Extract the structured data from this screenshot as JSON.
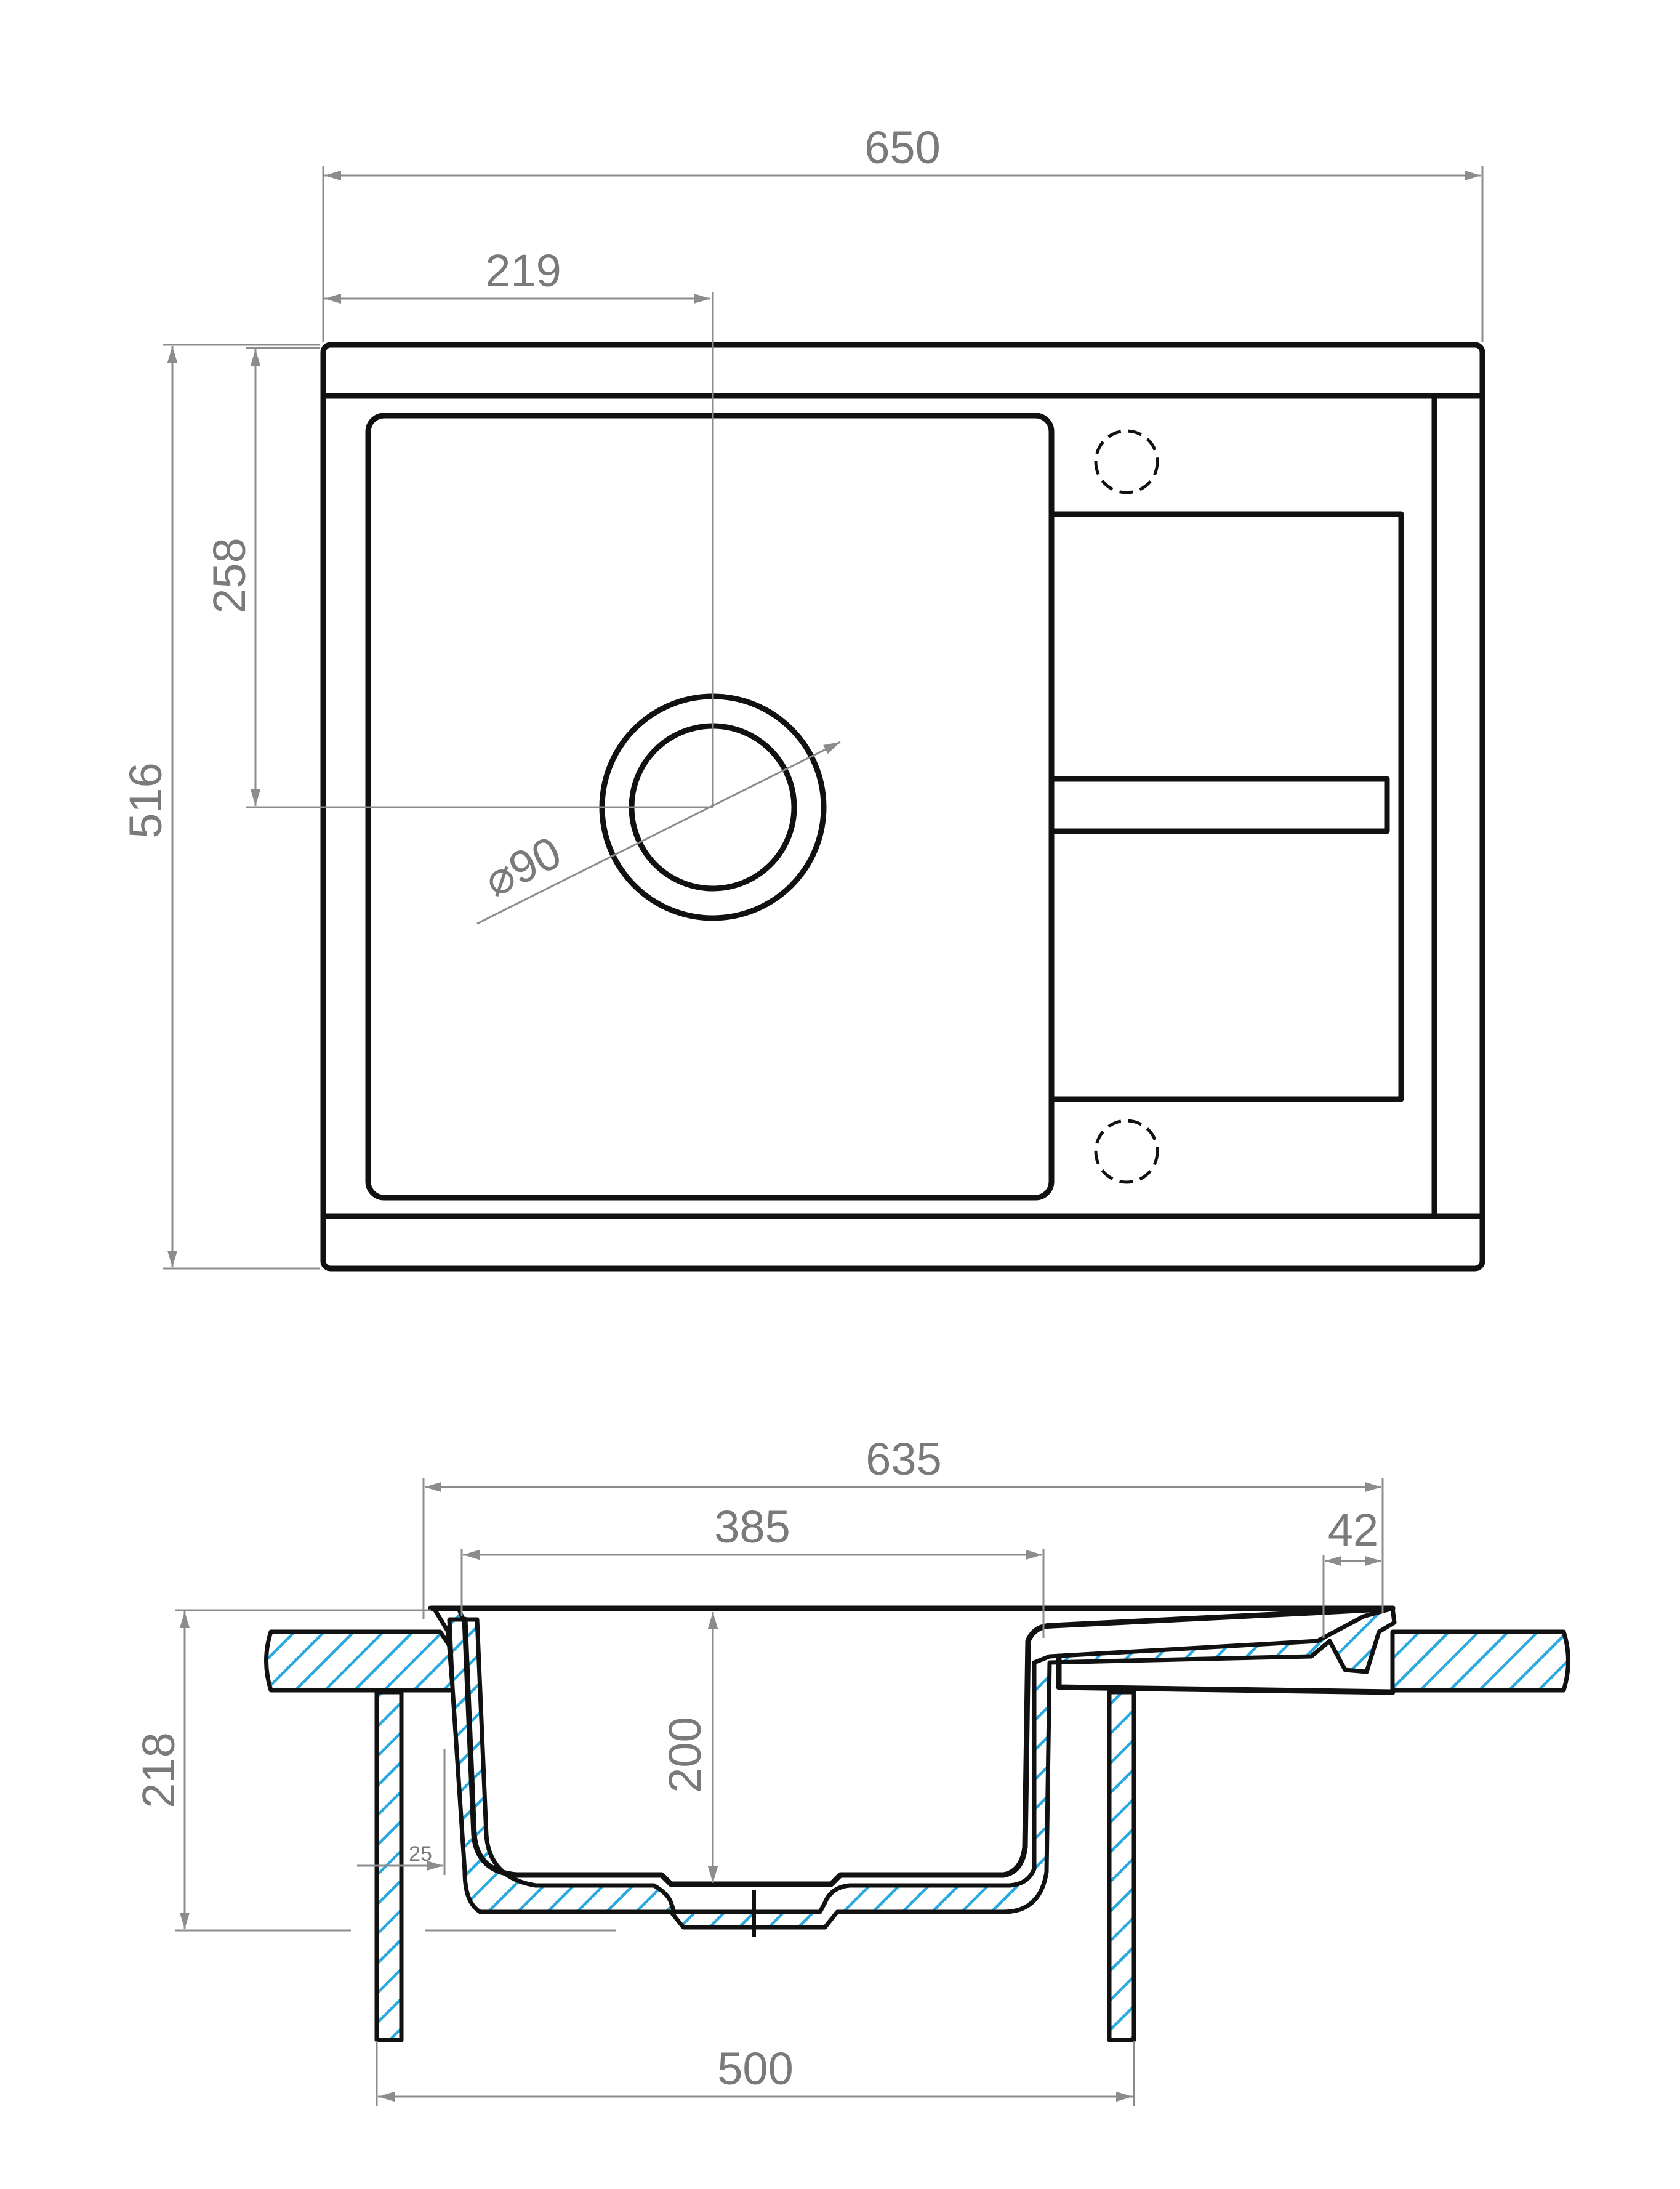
{
  "drawing": {
    "top_view": {
      "overall_width": "650",
      "drain_offset_x": "219",
      "drain_offset_y": "258",
      "overall_depth": "516",
      "drain_diameter": "⌀90"
    },
    "section_view": {
      "top_width": "635",
      "bowl_width": "385",
      "tap_hole_width": "42",
      "overall_height": "218",
      "bowl_depth": "200",
      "wall_offset": "25",
      "cabinet_width": "500"
    },
    "colors": {
      "outline": "#111111",
      "dimension": "#8c8c8c",
      "hatch": "#2aa8e0"
    }
  }
}
